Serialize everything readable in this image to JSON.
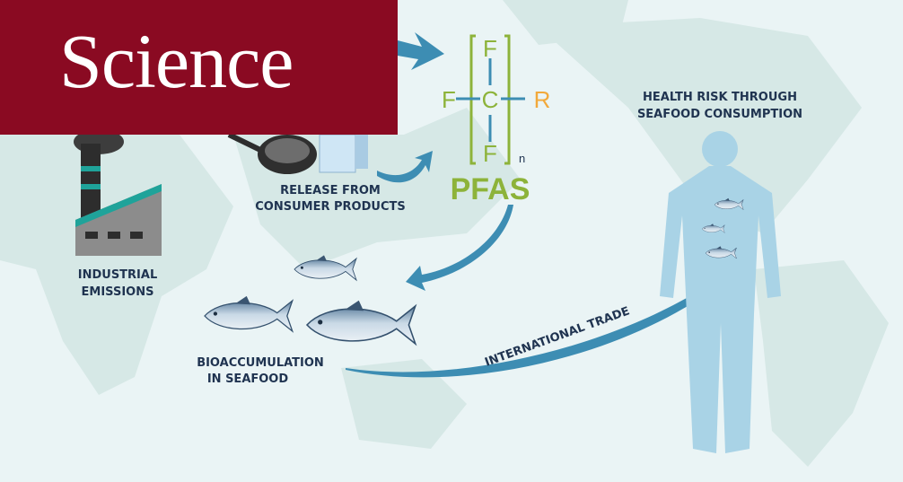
{
  "brand": "Science",
  "formula": {
    "top_f": "F",
    "left_f": "F",
    "center_c": "C",
    "right_r": "R",
    "bottom_f": "F",
    "subscript": "n",
    "name": "PFAS"
  },
  "labels": {
    "industrial": [
      "INDUSTRIAL",
      "EMISSIONS"
    ],
    "consumer": [
      "RELEASE FROM",
      "CONSUMER PRODUCTS"
    ],
    "bioaccumulation": [
      "BIOACCUMULATION",
      "IN SEAFOOD"
    ],
    "health": [
      "HEALTH RISK THROUGH",
      "SEAFOOD CONSUMPTION"
    ],
    "trade": "INTERNATIONAL TRADE"
  },
  "colors": {
    "banner": "#8a0a22",
    "formula": "#8db33a",
    "r_group": "#f2a93b",
    "arrow": "#3d8db3",
    "text": "#1f3350",
    "body": "#a9d3e6"
  }
}
